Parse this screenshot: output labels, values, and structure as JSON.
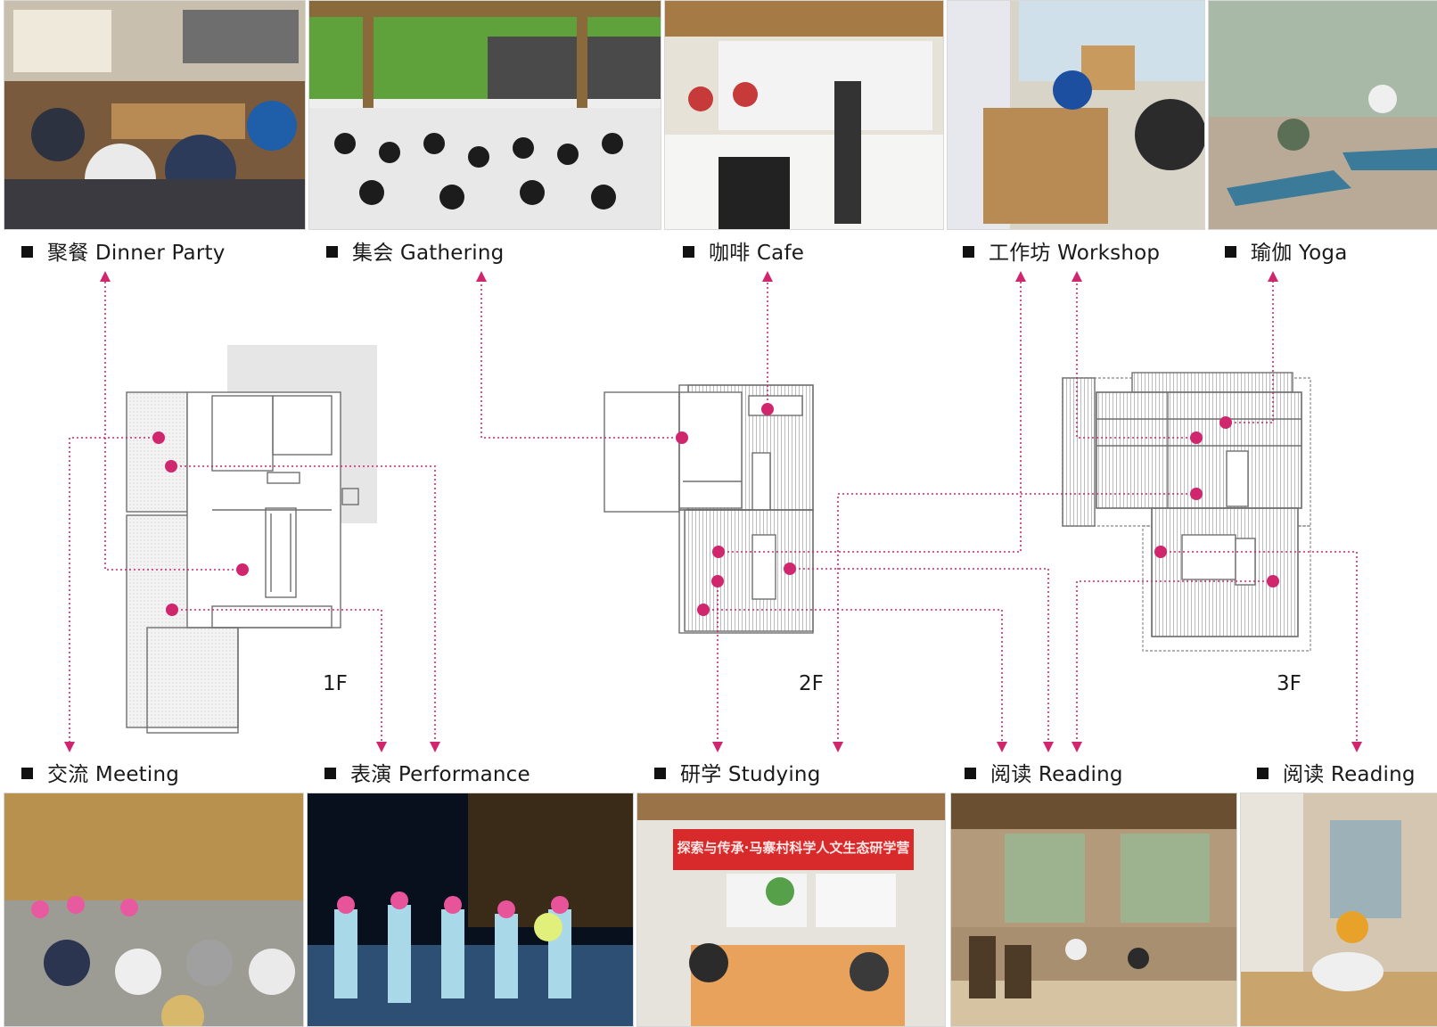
{
  "top_labels": [
    {
      "cn": "聚餐",
      "en": "Dinner Party"
    },
    {
      "cn": "集会",
      "en": "Gathering"
    },
    {
      "cn": "咖啡",
      "en": "Cafe"
    },
    {
      "cn": "工作坊",
      "en": "Workshop"
    },
    {
      "cn": "瑜伽",
      "en": "Yoga"
    }
  ],
  "bottom_labels": [
    {
      "cn": "交流",
      "en": "Meeting"
    },
    {
      "cn": "表演",
      "en": "Performance"
    },
    {
      "cn": "研学",
      "en": "Studying"
    },
    {
      "cn": "阅读",
      "en": "Reading"
    },
    {
      "cn": "阅读",
      "en": "Reading"
    }
  ],
  "floors": [
    "1F",
    "2F",
    "3F"
  ],
  "banner_text": "探索与传承·马寨村科学人文生态研学营",
  "colors": {
    "accent": "#d0266e",
    "plan_line": "#6f6f6f",
    "plan_fill": "#ececec"
  }
}
